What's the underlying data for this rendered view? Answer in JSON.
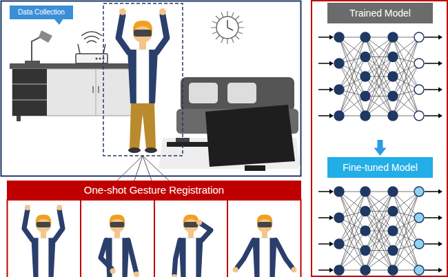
{
  "diagram": {
    "nodes": [
      {
        "text": [
          "Data Collection"
        ]
      },
      {
        "text": [
          "One-shot Gesture Registration"
        ]
      },
      {
        "text": [
          "Trained Model"
        ]
      },
      {
        "text": [
          "Fine-tuned Model"
        ]
      }
    ],
    "edges": [
      {
        "from": 2,
        "to": 3,
        "arrow": "to"
      }
    ]
  }
}
